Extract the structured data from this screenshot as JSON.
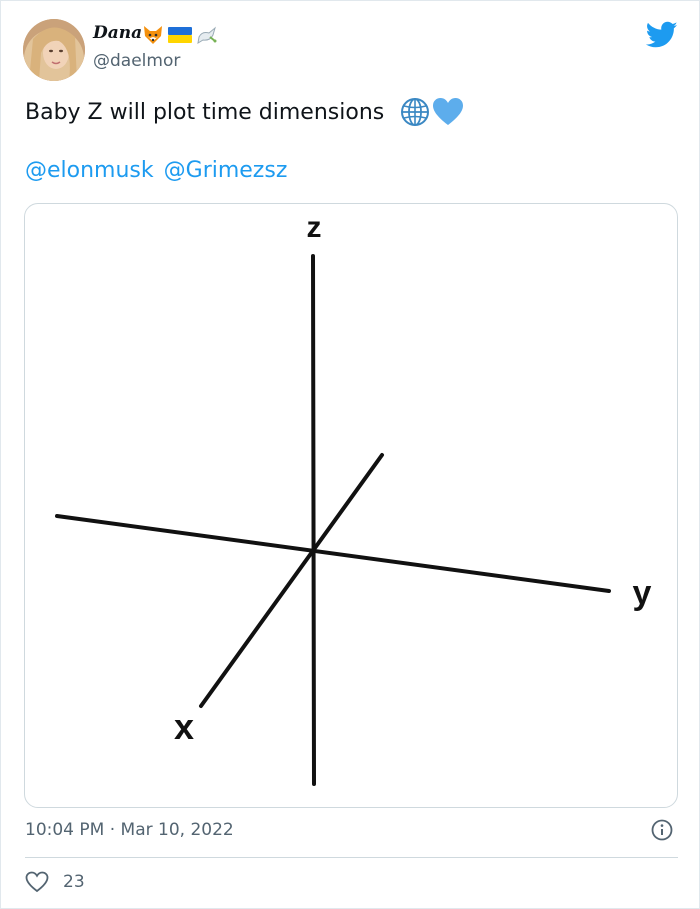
{
  "tweet": {
    "author": {
      "display_name": "Dana",
      "handle": "@daelmor",
      "name_badges": [
        "fox-emoji",
        "ukraine-flag-emoji",
        "dove-emoji"
      ]
    },
    "text": "Baby Z will plot time dimensions",
    "text_emojis": [
      "globe-emoji",
      "blue-heart-emoji"
    ],
    "mentions": [
      "@elonmusk",
      "@Grimezsz"
    ],
    "timestamp": "10:04 PM · Mar 10, 2022",
    "likes": "23"
  },
  "media": {
    "axis_labels": {
      "z": "z",
      "y": "y",
      "x": "x"
    }
  },
  "colors": {
    "link": "#1d9bf0",
    "brand": "#1d9bf0",
    "muted_text": "#536471",
    "border": "#cfd9de"
  }
}
